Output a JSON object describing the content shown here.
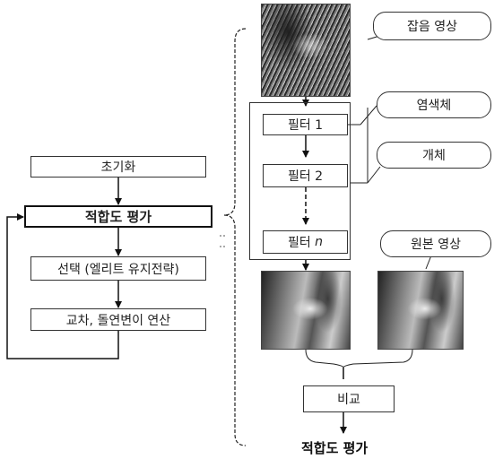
{
  "left_flow": {
    "init_label": "초기화",
    "fitness_label": "적합도 평가",
    "select_label": "선택 (엘리트 유지전략)",
    "crossover_label": "교차, 돌연변이 연산"
  },
  "right_flow": {
    "callout_noisy": "잡음 영상",
    "callout_chromosome": "염색체",
    "callout_individual": "개체",
    "callout_original": "원본 영상",
    "filter1_label": "필터 1",
    "filter2_label": "필터 2",
    "filtern_prefix": "필터",
    "filtern_var": "n",
    "compare_label": "비교",
    "result_label": "적합도 평가"
  }
}
